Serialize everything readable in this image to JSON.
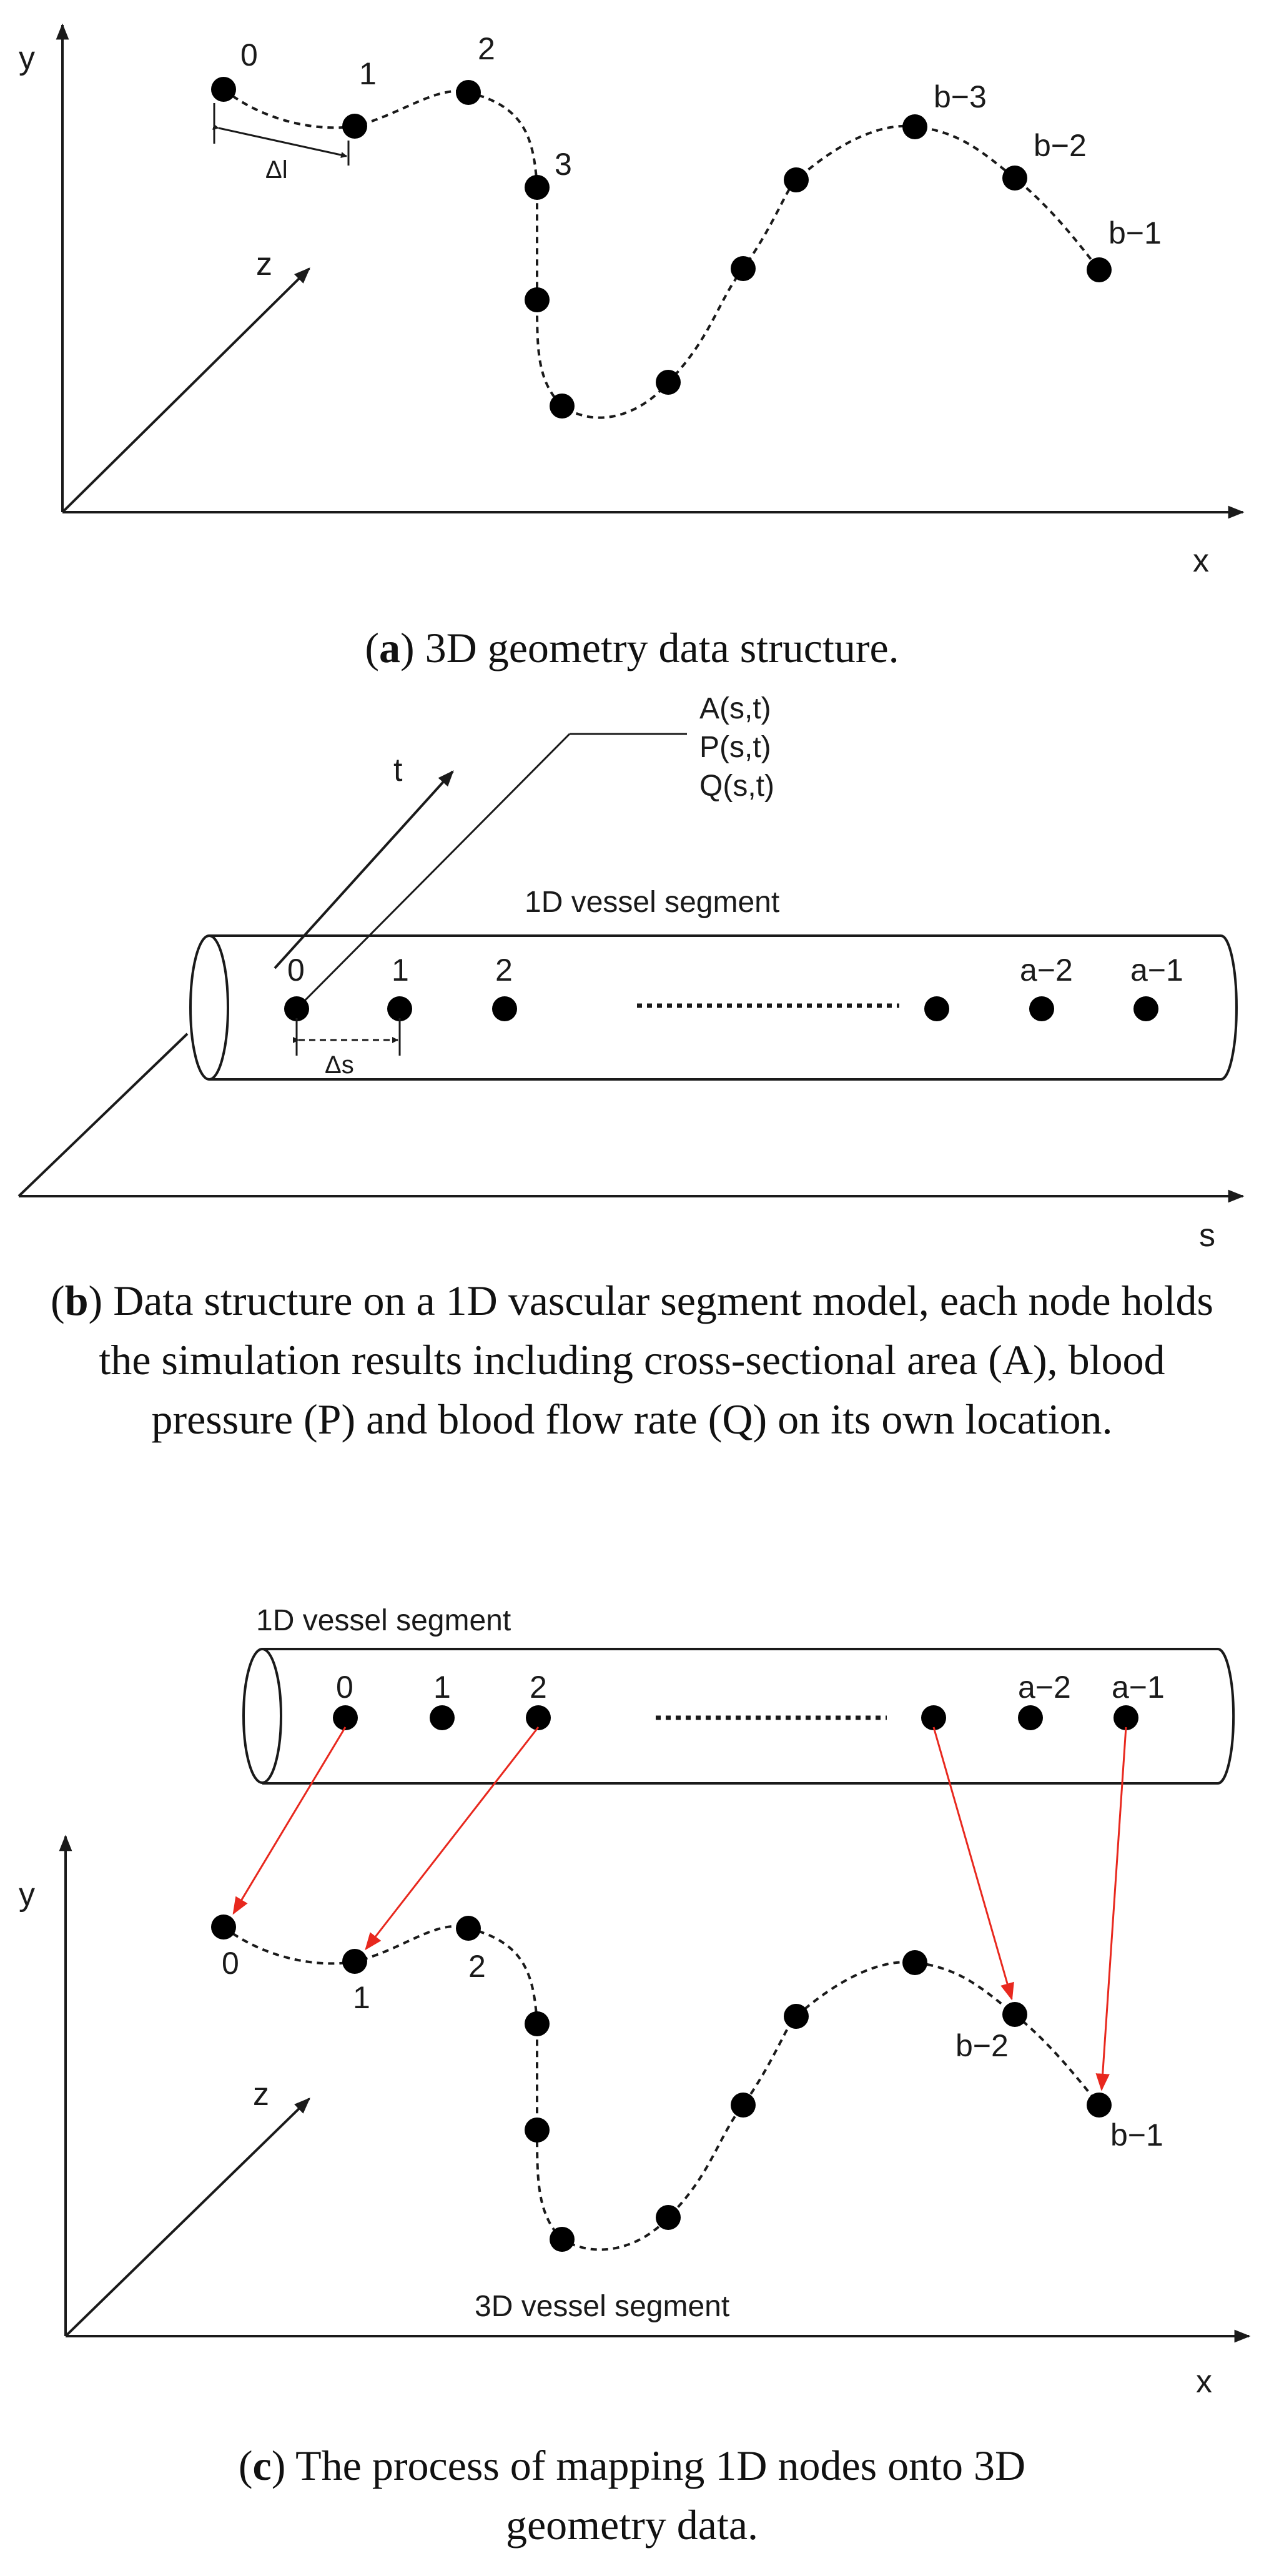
{
  "panel_a": {
    "axis_labels": {
      "y": "y",
      "z": "z",
      "x": "x"
    },
    "node_labels": [
      "0",
      "1",
      "2",
      "3",
      "b−3",
      "b−2",
      "b−1"
    ],
    "spacing_label": "Δl",
    "caption": {
      "letter": "a",
      "text": "3D geometry data structure."
    }
  },
  "panel_b": {
    "axis_labels": {
      "t": "t",
      "s": "s"
    },
    "results_labels": [
      "A(s,t)",
      "P(s,t)",
      "Q(s,t)"
    ],
    "segment_label": "1D vessel segment",
    "node_labels": [
      "0",
      "1",
      "2",
      "a−2",
      "a−1"
    ],
    "spacing_label": "Δs",
    "caption": {
      "letter": "b",
      "text": "Data structure on a 1D vascular segment model, each node holds the simulation results including cross-sectional area (A), blood pressure (P) and blood flow rate (Q) on its own location."
    }
  },
  "panel_c": {
    "segment_1d_label": "1D vessel segment",
    "segment_3d_label": "3D vessel segment",
    "node_labels_1d": [
      "0",
      "1",
      "2",
      "a−2",
      "a−1"
    ],
    "node_labels_3d": [
      "0",
      "1",
      "2",
      "b−2",
      "b−1"
    ],
    "axis_labels": {
      "y": "y",
      "z": "z",
      "x": "x"
    },
    "caption": {
      "letter": "c",
      "text": "The process of mapping 1D nodes onto 3D geometry data."
    }
  },
  "colors": {
    "mapping_arrow": "#e8281e",
    "node": "#000000",
    "line": "#1a1a1a"
  }
}
